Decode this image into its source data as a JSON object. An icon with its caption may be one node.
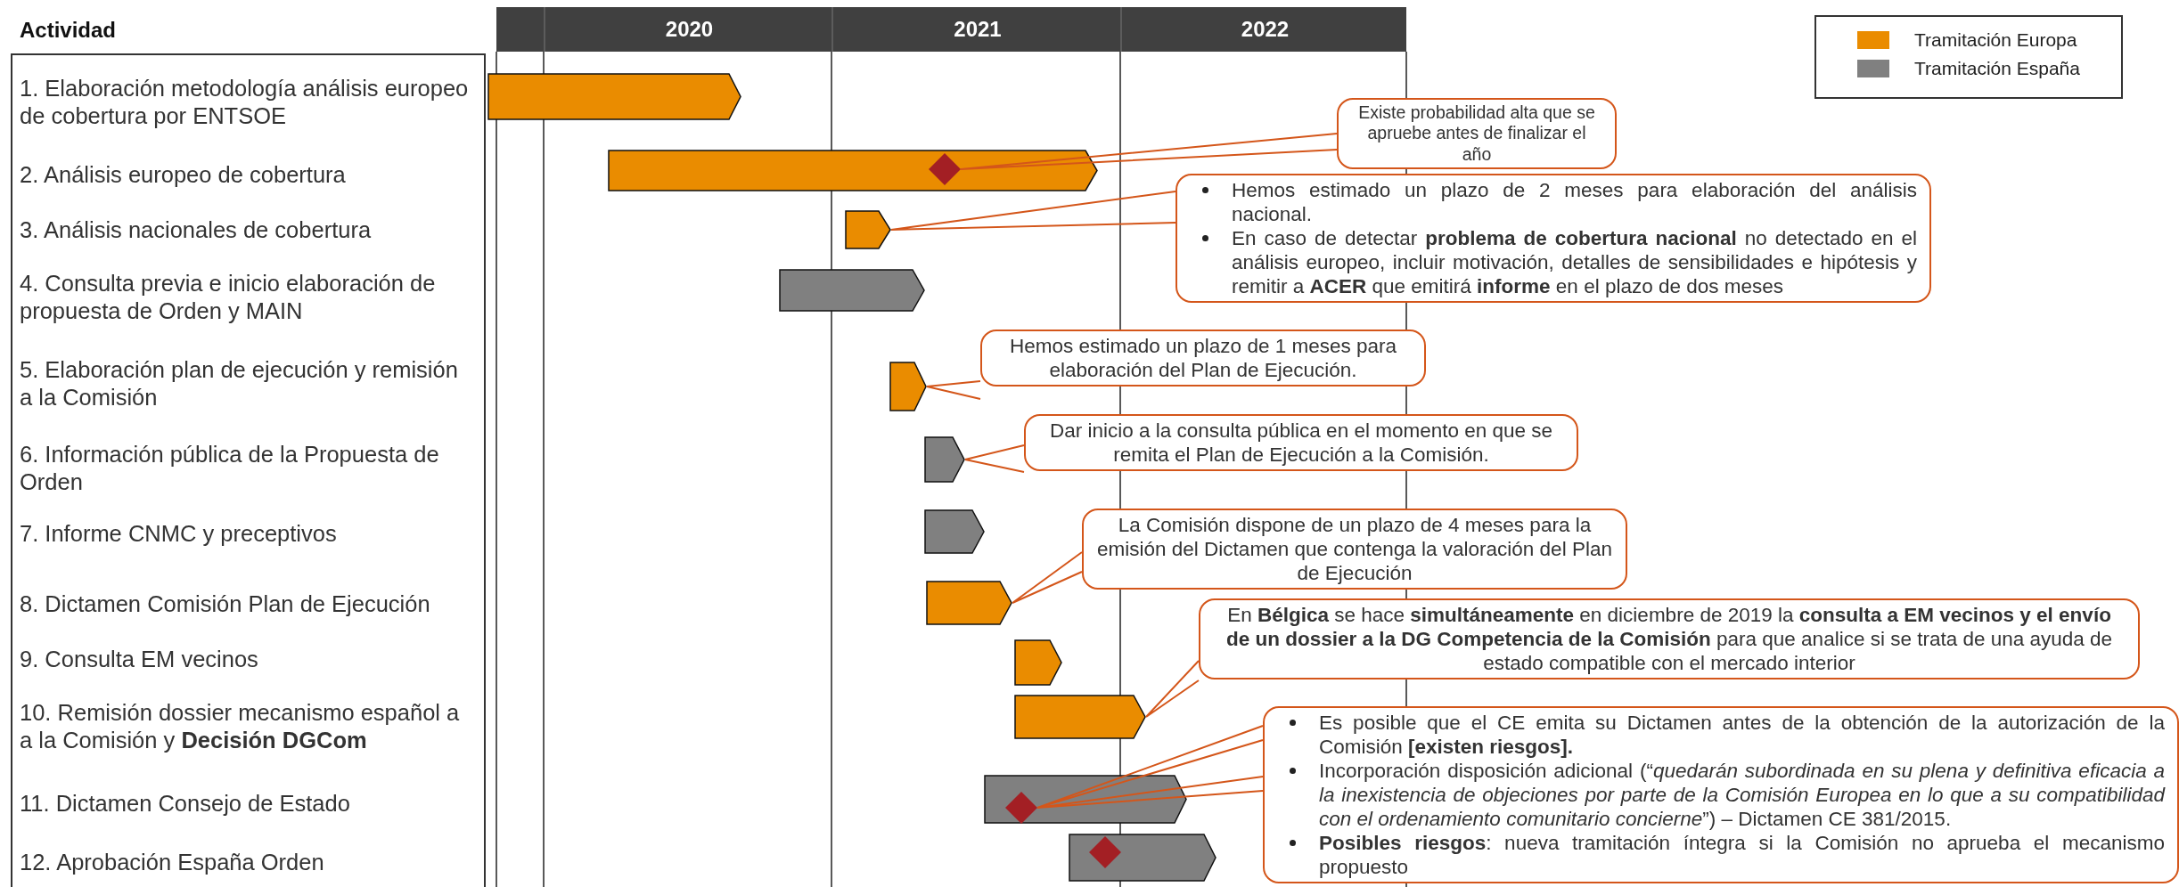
{
  "diagram": {
    "nodes": [
      {
        "text": [],
        "shape": "bar"
      },
      {
        "text": [],
        "shape": "bar"
      },
      {
        "text": [],
        "shape": "diamond",
        "in": 1
      },
      {
        "text": [],
        "shape": "bar"
      },
      {
        "text": [],
        "shape": "bar"
      },
      {
        "text": [],
        "shape": "bar"
      },
      {
        "text": [],
        "shape": "bar"
      },
      {
        "text": [],
        "shape": "bar"
      },
      {
        "text": [],
        "shape": "bar"
      },
      {
        "text": [],
        "shape": "bar"
      },
      {
        "text": [],
        "shape": "bar"
      },
      {
        "text": [],
        "shape": "bar"
      },
      {
        "text": [],
        "shape": "diamond",
        "in": 11
      },
      {
        "text": [],
        "shape": "bar"
      },
      {
        "text": [],
        "shape": "diamond",
        "in": 13
      },
      {
        "text": [
          "Existe probabilidad alta que se apruebe antes de finalizar el año"
        ]
      },
      {
        "text": [
          "Hemos estimado un plazo de 2 meses para elaboración del análisis nacional.",
          "En caso de detectar **problema de cobertura nacional** no detectado en el análisis europeo, incluir motivación, detalles de sensibilidades e hipótesis y remitir a **ACER** que emitirá **informe** en el plazo de dos meses"
        ]
      },
      {
        "text": [
          "Hemos estimado un plazo de 1 meses para elaboración del Plan de Ejecución."
        ]
      },
      {
        "text": [
          "Dar inicio a la consulta pública en el momento en que se remita el Plan de Ejecución a la Comisión."
        ]
      },
      {
        "text": [
          "La Comisión dispone de un plazo de 4 meses para la emisión del Dictamen que contenga la valoración del Plan de Ejecución"
        ]
      },
      {
        "text": [
          "En **Bélgica** se hace **simultáneamente** en diciembre de 2019 la **consulta a EM vecinos y el envío de un dossier a la DG Competencia de la Comisión** para que analice si se trata de una ayuda de estado compatible con el mercado interior"
        ]
      },
      {
        "text": [
          "Es posible que el CE emita su Dictamen antes de la obtención de la autorización de la Comisión **[existen riesgos].**",
          "Incorporación disposición adicional (“*quedarán subordinada en su plena y definitiva eficacia a la inexistencia de objeciones por parte de la Comisión Europea en lo que a su compatibilidad con el ordenamiento comunitario concierne*”) – Dictamen CE 381/2015.",
          "**Posibles riesgos**: nueva tramitación íntegra si la Comisión no aprueba el mecanismo propuesto"
        ]
      }
    ],
    "edges": [
      {
        "from": 15,
        "to": 2,
        "arrow": "none"
      },
      {
        "from": 16,
        "to": 3,
        "arrow": "none"
      },
      {
        "from": 17,
        "to": 5,
        "arrow": "none"
      },
      {
        "from": 18,
        "to": 6,
        "arrow": "none"
      },
      {
        "from": 19,
        "to": 8,
        "arrow": "none"
      },
      {
        "from": 20,
        "to": 10,
        "arrow": "none"
      },
      {
        "from": 21,
        "to": 12,
        "arrow": "none"
      },
      {
        "from": 21,
        "to": 12,
        "arrow": "none"
      }
    ],
    "labels": [
      "Actividad",
      "2020",
      "2021",
      "2022",
      "1. Elaboración metodología análisis europeo de cobertura por ENTSOE",
      "2. Análisis europeo de cobertura",
      "3. Análisis nacionales de cobertura",
      "4. Consulta previa e inicio elaboración de propuesta de Orden y MAIN",
      "5. Elaboración plan de ejecución y remisión a la Comisión",
      "6. Información pública de la Propuesta de Orden",
      "7. Informe CNMC y preceptivos",
      "8. Dictamen Comisión Plan de Ejecución",
      "9. Consulta EM vecinos",
      "10. Remisión dossier mecanismo español a a la Comisión y **Decisión DGCom**",
      "11. Dictamen Consejo de Estado",
      "12. Aprobación España Orden"
    ],
    "legend": [
      {
        "text": "Tramitación Europa",
        "color": "#ea8c00"
      },
      {
        "text": "Tramitación España",
        "color": "#808080"
      }
    ]
  }
}
